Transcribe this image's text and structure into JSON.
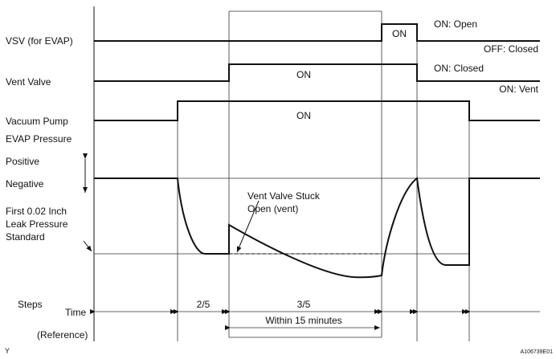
{
  "signals": {
    "vsv": "VSV (for EVAP)",
    "vent": "Vent Valve",
    "pump": "Vacuum Pump",
    "evap": "EVAP Pressure"
  },
  "pressure": {
    "positive": "Positive",
    "negative": "Negative",
    "standard_line1": "First 0.02 Inch",
    "standard_line2": "Leak Pressure",
    "standard_line3": "Standard"
  },
  "states": {
    "on": "ON",
    "vsv_open": "ON: Open",
    "vsv_closed": "OFF: Closed",
    "vent_closed": "ON: Closed",
    "vent_vent": "ON: Vent"
  },
  "annotation": {
    "line1": "Vent Valve Stuck",
    "line2": "Open (vent)"
  },
  "bottom": {
    "steps": "Steps",
    "time": "Time",
    "reference": "(Reference)",
    "step_a": "2/5",
    "step_b": "3/5",
    "within": "Within 15 minutes"
  },
  "corner": {
    "left": "Y",
    "right": "A106739E01"
  }
}
